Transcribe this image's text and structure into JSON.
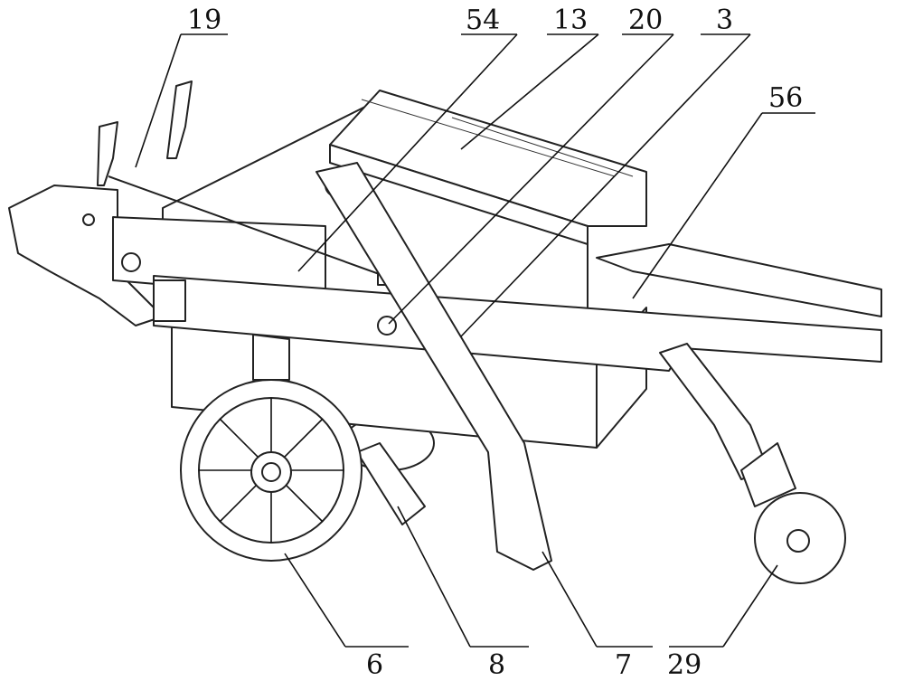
{
  "figure": {
    "callouts": [
      {
        "id": "c19",
        "label": "19"
      },
      {
        "id": "c54",
        "label": "54"
      },
      {
        "id": "c13",
        "label": "13"
      },
      {
        "id": "c20",
        "label": "20"
      },
      {
        "id": "c3",
        "label": "3"
      },
      {
        "id": "c56",
        "label": "56"
      },
      {
        "id": "c6",
        "label": "6"
      },
      {
        "id": "c8",
        "label": "8"
      },
      {
        "id": "c7",
        "label": "7"
      },
      {
        "id": "c29",
        "label": "29"
      }
    ]
  }
}
